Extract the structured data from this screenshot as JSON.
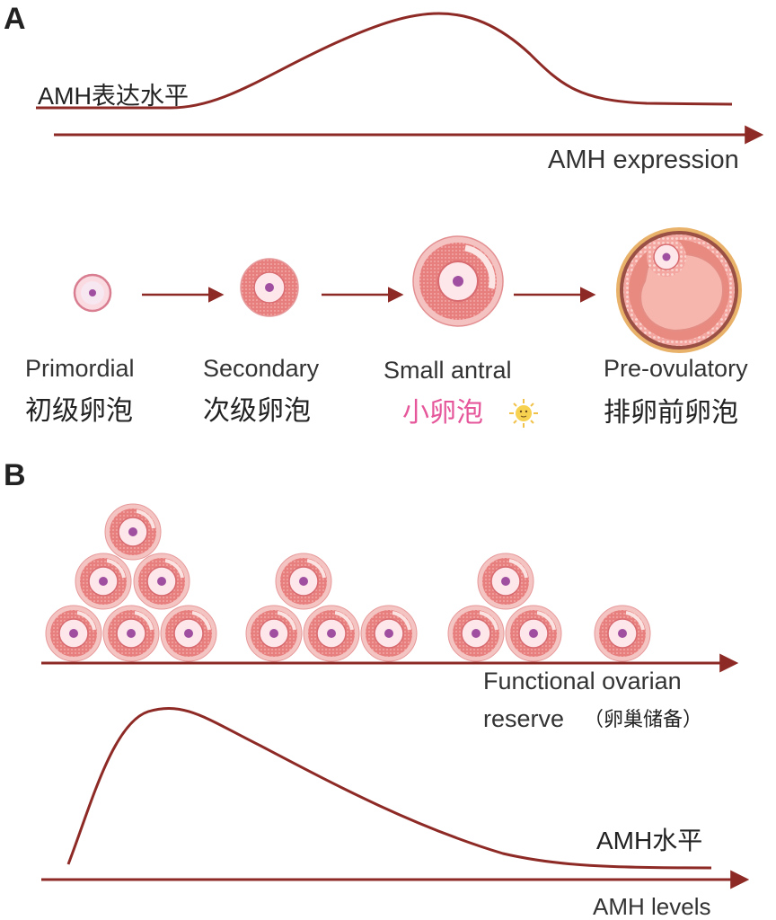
{
  "panels": {
    "a": {
      "label": "A",
      "curve_label": "AMH表达水平",
      "axis_label": "AMH expression",
      "stages": [
        {
          "en": "Primordial",
          "cn": "初级卵泡"
        },
        {
          "en": "Secondary",
          "cn": "次级卵泡"
        },
        {
          "en": "Small antral",
          "cn": "小卵泡",
          "icon": "sun-emoji-icon"
        },
        {
          "en": "Pre-ovulatory",
          "cn": "排卵前卵泡"
        }
      ]
    },
    "b": {
      "label": "B",
      "axis_label_line1": "Functional ovarian",
      "axis_label_line2": "reserve",
      "axis_label_cn": "（卵巢储备）",
      "curve_label": "AMH水平",
      "bottom_axis_label": "AMH levels",
      "follicle_groups": [
        6,
        4,
        3,
        1
      ]
    }
  },
  "colors": {
    "curve": "#8e2a26",
    "follicle": "#e67f80",
    "follicle_ring": "#f3b7b5",
    "oocyte": "#a04fa0",
    "highlight": "#e5579a"
  }
}
